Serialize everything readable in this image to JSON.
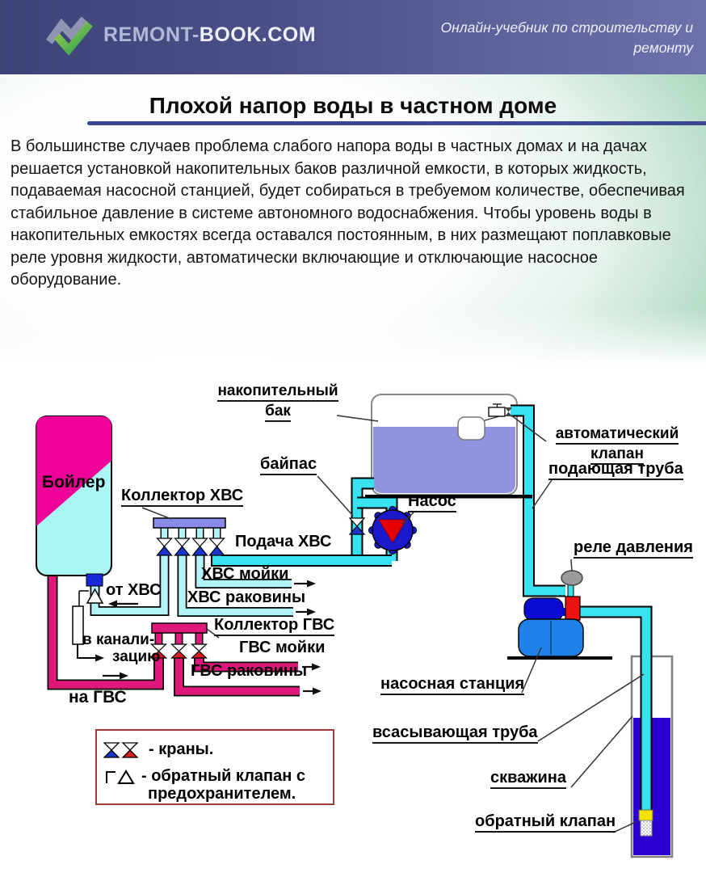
{
  "header": {
    "logo_part1": "REMONT-",
    "logo_part2": "BOOK.COM",
    "tagline": "Онлайн-учебник по строительству и ремонту"
  },
  "article": {
    "title": "Плохой напор воды в частном доме",
    "body": "В большинстве случаев проблема слабого напора воды в частных домах и на дачах решается установкой накопительных баков различной емкости, в которых жидкость, подаваемая насосной станцией, будет собираться в требуемом количестве, обеспечивая стабильное давление в системе автономного водоснабжения. Чтобы уровень воды в накопительных емкостях всегда оставался постоянным, в них размещают поплавковые реле уровня жидкости, автоматически включающие и отключающие насосное оборудование."
  },
  "diagram": {
    "labels": {
      "tank_line1": "накопительный",
      "tank_line2": "бак",
      "bypass": "байпас",
      "pump": "Насос",
      "auto_valve_line1": "автоматический",
      "auto_valve_line2": "клапан",
      "supply_pipe": "подающая труба",
      "pressure_relay": "реле давления",
      "collector_cold": "Коллектор ХВС",
      "cold_feed": "Подача ХВС",
      "cold_sink1": "ХВС мойки",
      "cold_sink2": "ХВС раковины",
      "from_cold": "от ХВС",
      "to_sewer_line1": "в канали-",
      "to_sewer_line2": "зацию",
      "collector_hot": "Коллектор ГВС",
      "hot_sink1": "ГВС мойки",
      "hot_sink2": "ГВС раковины",
      "to_hot": "на ГВС",
      "boiler": "Бойлер",
      "pump_station": "насосная станция",
      "suction_pipe": "всасывающая труба",
      "well": "скважина",
      "check_valve": "обратный клапан"
    },
    "legend": {
      "taps": "- краны.",
      "check_line1": "- обратный клапан с",
      "check_line2": "предохранителем."
    },
    "colors": {
      "pipe_cold_main": "#38e2f0",
      "pipe_cold_branch": "#b2f3f7",
      "pipe_hot": "#e0187c",
      "tank_water": "#9193de",
      "boiler_top": "#ef0098",
      "boiler_body": "#abf4f4",
      "pump_body": "#1a1acc",
      "pump_rotor": "#e60000",
      "station_tank": "#1f82e8",
      "motor_blue": "#0a0ad0",
      "pressure_switch_red": "#ee1212",
      "well_water": "#2b00d0",
      "header_accent": "#474c85",
      "page_green": "#7fc0a0",
      "title_rule": "#3b478f",
      "legend_border": "#a03a3a"
    }
  }
}
